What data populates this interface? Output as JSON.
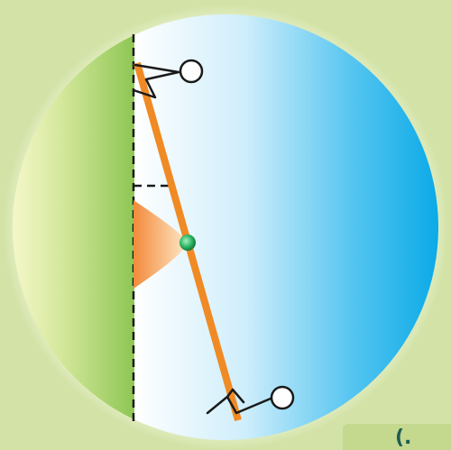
{
  "diagram": {
    "colors": {
      "background": "#d3e3a8",
      "frame_ring": "#eef4d6",
      "wall_green": "#93c95a",
      "wall_cream": "#fdfbd5",
      "sky_light": "#ffffff",
      "sky_mid": "#aee0f5",
      "sky_deep": "#00a8e8",
      "rod": "#f08a24",
      "pivot": "#2fb866",
      "angle_wedge": "#f4a050",
      "line_dark": "#1a1a1a"
    },
    "elements": [
      "wall-vertical-dashed-line",
      "tilted-rod",
      "pivot-point",
      "angle-wedge",
      "horizontal-dashed-marker",
      "stick-figure-top",
      "stick-figure-bottom"
    ]
  },
  "corner_badge": {
    "icon": "partial-logo-icon"
  }
}
